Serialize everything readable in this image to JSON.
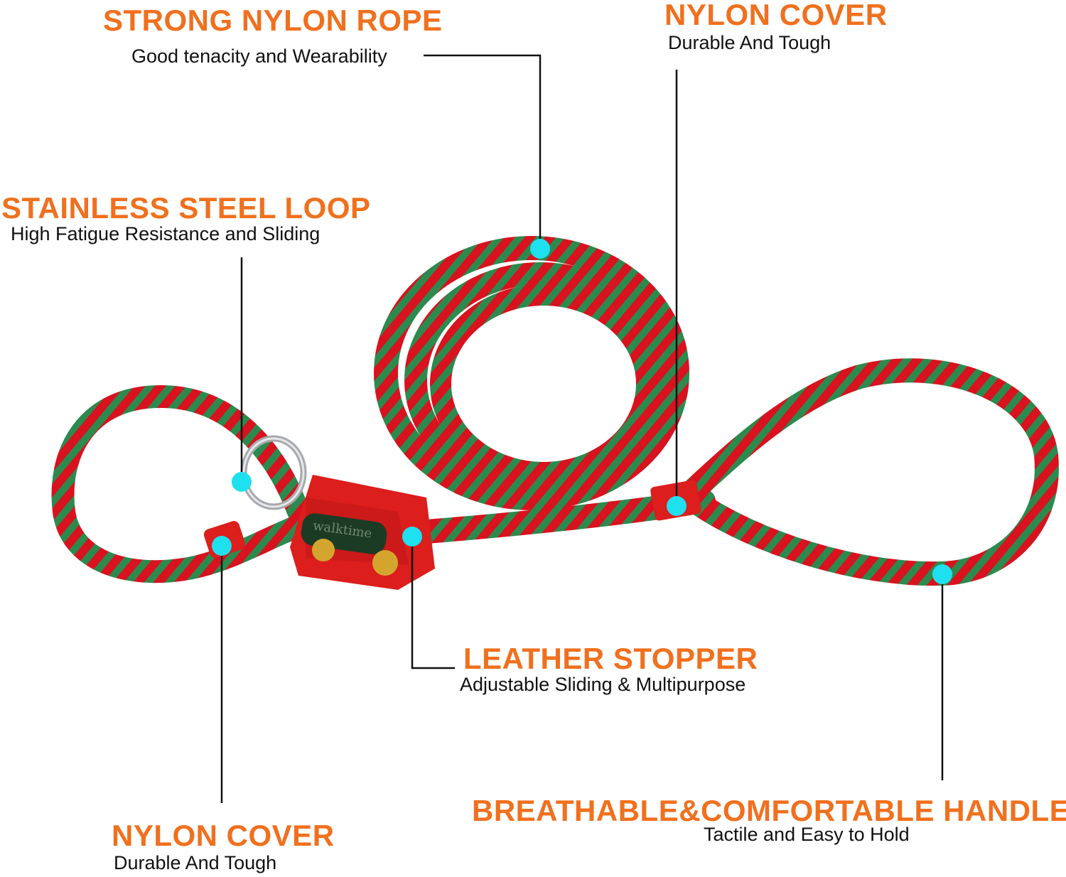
{
  "colors": {
    "accent": "#f0701e",
    "text": "#111111",
    "marker": "#1ee0ef",
    "rope_red": "#d8121e",
    "rope_green": "#2c8a4e",
    "leather": "#dc1e1c",
    "brass": "#d4a52e"
  },
  "callouts": {
    "strong_nylon_rope": {
      "title": "STRONG NYLON ROPE",
      "subtitle": "Good tenacity and Wearability"
    },
    "nylon_cover_top": {
      "title": "NYLON COVER",
      "subtitle": "Durable And Tough"
    },
    "stainless_steel_loop": {
      "title": "STAINLESS STEEL LOOP",
      "subtitle": "High Fatigue Resistance and Sliding"
    },
    "leather_stopper": {
      "title": "LEATHER STOPPER",
      "subtitle": "Adjustable Sliding & Multipurpose"
    },
    "nylon_cover_bottom": {
      "title": "NYLON COVER",
      "subtitle": "Durable And Tough"
    },
    "handle": {
      "title": "BREATHABLE&COMFORTABLE HANDLE",
      "subtitle": "Tactile and Easy to Hold"
    }
  },
  "product": {
    "brand_stamp": "walktime",
    "icon": "slip-leash-photo"
  }
}
